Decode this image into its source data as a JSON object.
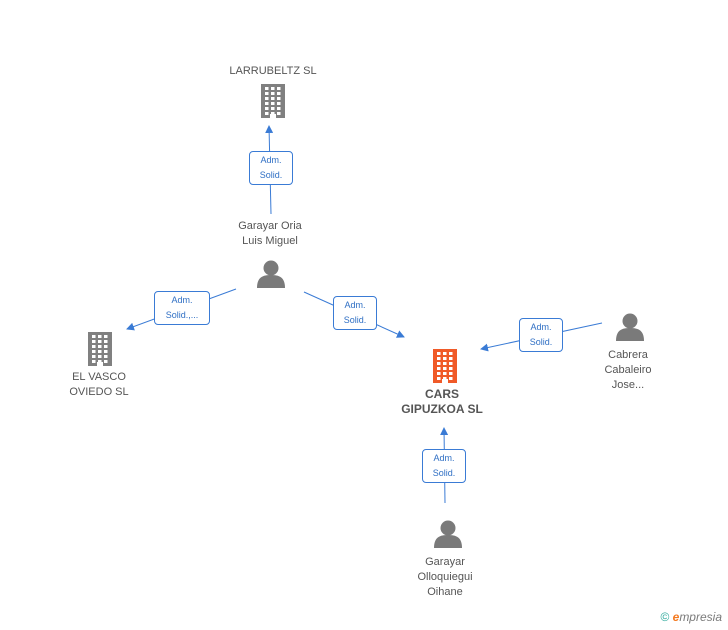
{
  "nodes": {
    "larrubeltz": {
      "label_lines": [
        "LARRUBELTZ SL"
      ],
      "type": "company"
    },
    "el_vasco": {
      "label_lines": [
        "EL VASCO",
        "OVIEDO  SL"
      ],
      "type": "company"
    },
    "cars": {
      "label_lines": [
        "CARS",
        "GIPUZKOA SL"
      ],
      "type": "company-main"
    },
    "garayar_luis": {
      "label_lines": [
        "Garayar Oria",
        "Luis Miguel"
      ],
      "type": "person"
    },
    "cabrera": {
      "label_lines": [
        "Cabrera",
        "Cabaleiro",
        "Jose..."
      ],
      "type": "person"
    },
    "garayar_oihane": {
      "label_lines": [
        "Garayar",
        "Olloquiegui",
        "Oihane"
      ],
      "type": "person"
    }
  },
  "edges": [
    {
      "from": "garayar_luis",
      "to": "larrubeltz",
      "badge_lines": [
        "Adm.",
        "Solid."
      ]
    },
    {
      "from": "garayar_luis",
      "to": "el_vasco",
      "badge_lines": [
        "Adm.",
        "Solid.,..."
      ]
    },
    {
      "from": "garayar_luis",
      "to": "cars",
      "badge_lines": [
        "Adm.",
        "Solid."
      ]
    },
    {
      "from": "cabrera",
      "to": "cars",
      "badge_lines": [
        "Adm.",
        "Solid."
      ]
    },
    {
      "from": "garayar_oihane",
      "to": "cars",
      "badge_lines": [
        "Adm.",
        "Solid."
      ]
    }
  ],
  "colors": {
    "company": "#808080",
    "company_main": "#f05a28",
    "person": "#7a7a7a",
    "edge": "#3a7bd5",
    "badge_text": "#2f6fc4"
  },
  "footer": {
    "copyright": "©",
    "brand_initial": "e",
    "brand_rest": "mpresia"
  }
}
